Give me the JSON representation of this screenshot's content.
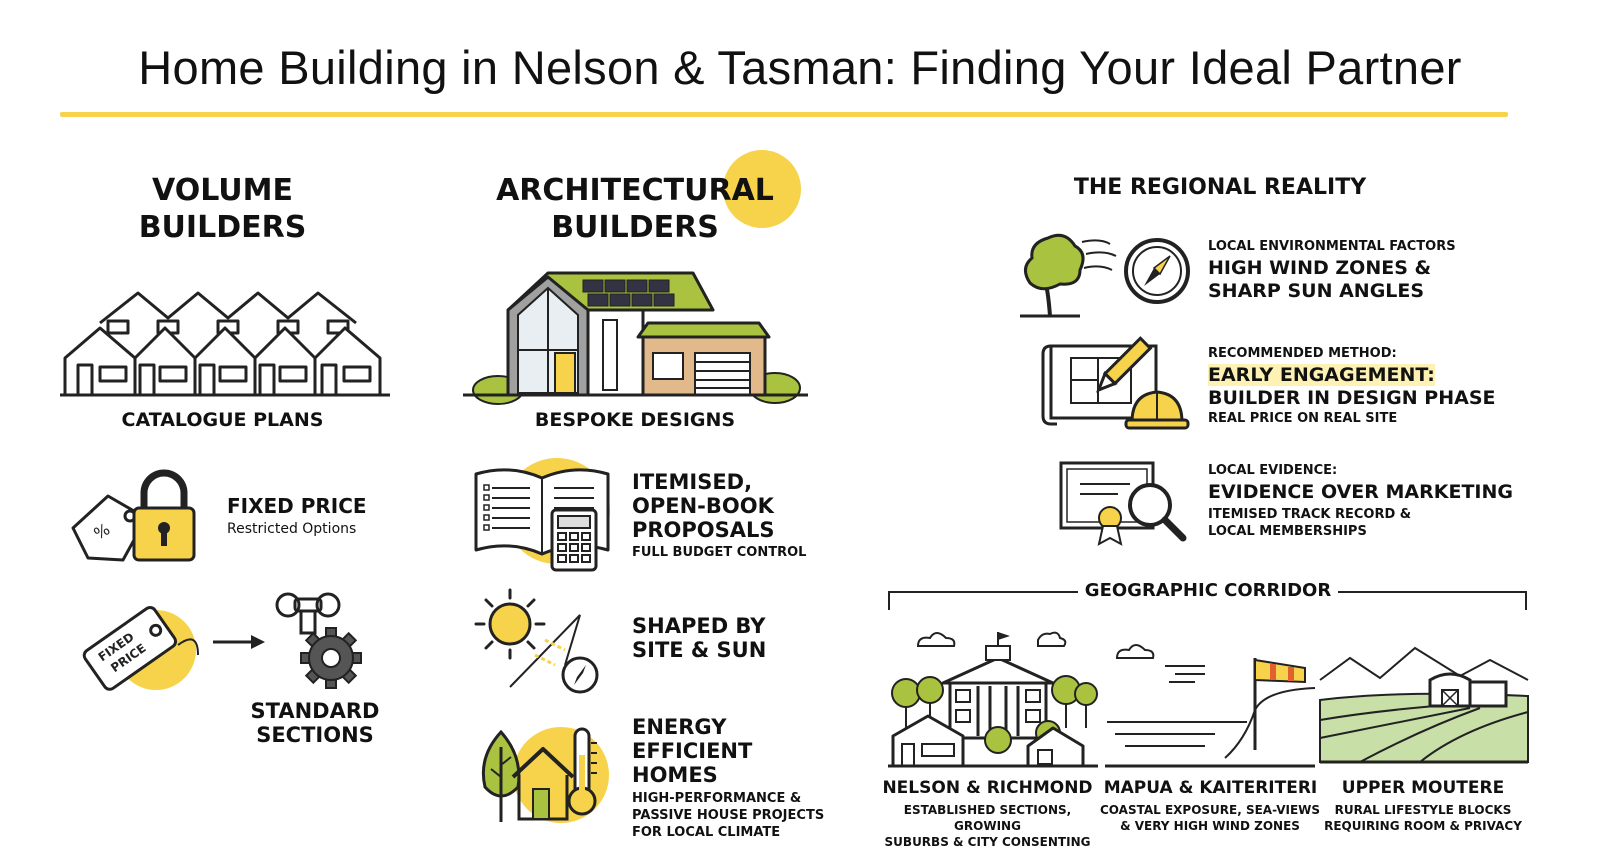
{
  "title": "Home Building in Nelson & Tasman: Finding Your Ideal Partner",
  "colors": {
    "accent": "#f6d34a",
    "green": "#a9c23f",
    "ink": "#222222",
    "tan": "#e2b98a"
  },
  "volume": {
    "heading_line1": "VOLUME",
    "heading_line2": "BUILDERS",
    "subtitle": "CATALOGUE PLANS",
    "fixed_price": "FIXED PRICE",
    "fixed_price_note": "Restricted Options",
    "tag_label_1": "FIXED",
    "tag_label_2": "PRICE",
    "standard_line1": "STANDARD",
    "standard_line2": "SECTIONS"
  },
  "architectural": {
    "heading_line1": "ARCHITECTURAL",
    "heading_line2": "BUILDERS",
    "subtitle": "BESPOKE DESIGNS",
    "itemised_line1": "ITEMISED,",
    "itemised_line2": "OPEN-BOOK",
    "itemised_line3": "PROPOSALS",
    "itemised_note": "FULL BUDGET CONTROL",
    "shaped_line1": "SHAPED BY",
    "shaped_line2": "SITE & SUN",
    "energy_line1": "ENERGY",
    "energy_line2": "EFFICIENT",
    "energy_line3": "HOMES",
    "energy_note1": "HIGH-PERFORMANCE &",
    "energy_note2": "PASSIVE HOUSE PROJECTS",
    "energy_note3": "FOR LOCAL CLIMATE"
  },
  "regional": {
    "heading": "THE REGIONAL REALITY",
    "items": [
      {
        "label": "LOCAL ENVIRONMENTAL FACTORS",
        "main1": "HIGH WIND ZONES &",
        "main2": "SHARP SUN ANGLES"
      },
      {
        "label": "RECOMMENDED METHOD:",
        "main1": "EARLY ENGAGEMENT:",
        "main2": "BUILDER IN DESIGN PHASE",
        "note": "REAL PRICE ON REAL SITE"
      },
      {
        "label": "LOCAL EVIDENCE:",
        "main1": "EVIDENCE OVER MARKETING",
        "note1": "ITEMISED TRACK RECORD &",
        "note2": "LOCAL MEMBERSHIPS"
      }
    ]
  },
  "corridor": {
    "heading": "GEOGRAPHIC CORRIDOR",
    "areas": [
      {
        "name": "NELSON & RICHMOND",
        "desc1": "ESTABLISHED SECTIONS, GROWING",
        "desc2": "SUBURBS & CITY CONSENTING"
      },
      {
        "name": "MAPUA & KAITERITERI",
        "desc1": "COASTAL EXPOSURE, SEA-VIEWS",
        "desc2": "& VERY HIGH WIND ZONES"
      },
      {
        "name": "UPPER MOUTERE",
        "desc1": "RURAL LIFESTYLE BLOCKS",
        "desc2": "REQUIRING ROOM & PRIVACY"
      }
    ]
  },
  "icons": [
    "row-houses-icon",
    "modern-house-icon",
    "price-tag-icon",
    "padlock-icon",
    "fixed-price-tag-icon",
    "arrow-right-icon",
    "gear-key-icon",
    "open-book-icon",
    "calculator-icon",
    "sun-icon",
    "compass-icon",
    "leaf-tree-icon",
    "thermometer-icon",
    "windy-tree-icon",
    "blueprint-icon",
    "pencil-icon",
    "hard-hat-icon",
    "certificate-icon",
    "magnifier-icon",
    "town-hall-icon",
    "windsock-icon",
    "barn-icon"
  ]
}
